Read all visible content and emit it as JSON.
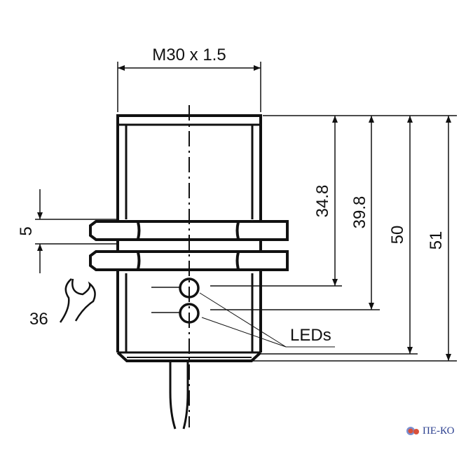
{
  "title_dimension": "M30 x 1.5",
  "dimensions": {
    "nut_thickness": "5",
    "wrench_size": "36",
    "d1": "34.8",
    "d2": "39.8",
    "d3": "50",
    "d4": "51"
  },
  "labels": {
    "leds": "LEDs"
  },
  "logo": {
    "text": "ПЕ-КО"
  },
  "colors": {
    "line": "#111111",
    "logo_text": "#2b3f8f",
    "logo_gear": "#d9503a"
  }
}
